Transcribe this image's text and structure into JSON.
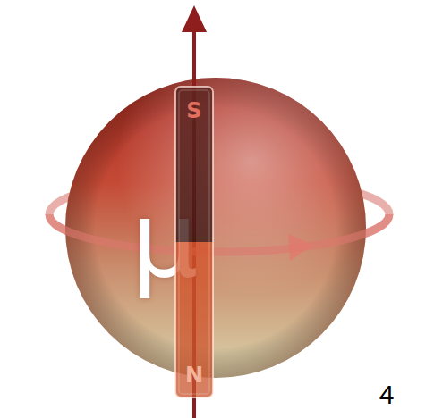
{
  "diagram": {
    "nodes": [
      {
        "text": [
          "μ"
        ]
      },
      {
        "text": [
          "S",
          "N"
        ]
      }
    ],
    "labels": [
      "4"
    ]
  }
}
